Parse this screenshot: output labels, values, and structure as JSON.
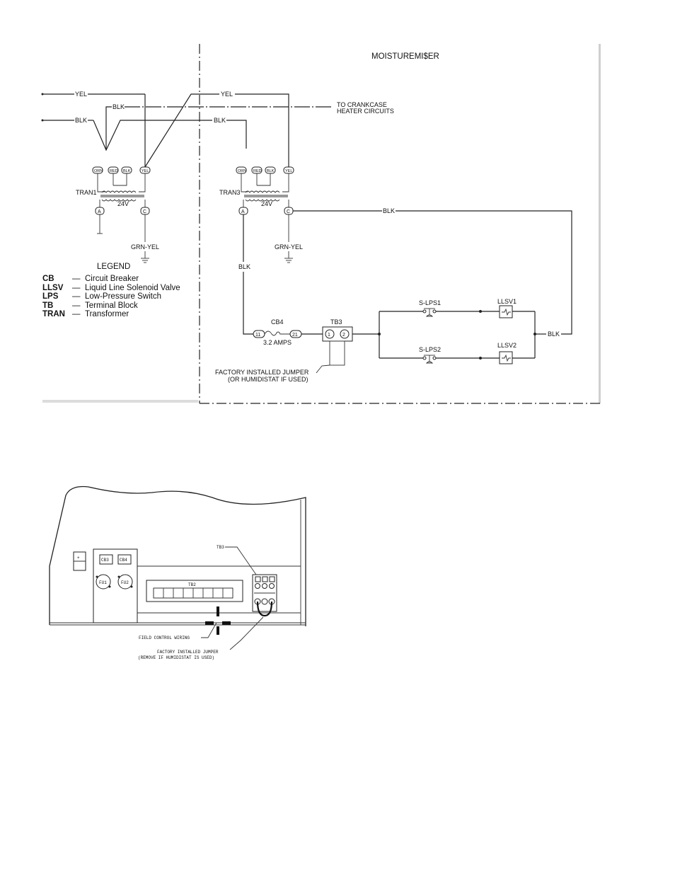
{
  "diagram": {
    "title": "MOISTUREMI$ER",
    "wires": {
      "yel": "YEL",
      "blk": "BLK",
      "grn_yel": "GRN-YEL"
    },
    "crankcase_note": [
      "TO CRANKCASE",
      "HEATER CIRCUITS"
    ],
    "transformers": [
      {
        "name": "TRAN1",
        "voltage": "24V",
        "terminals": [
          "ORN",
          "RED",
          "BLK",
          "YEL"
        ],
        "secondary": [
          "A",
          "C"
        ]
      },
      {
        "name": "TRAN3",
        "voltage": "24V",
        "terminals": [
          "ORN",
          "RED",
          "BLK",
          "YEL"
        ],
        "secondary": [
          "A",
          "C"
        ]
      }
    ],
    "breaker": {
      "name": "CB4",
      "rating": "3.2 AMPS",
      "terminals": [
        "11",
        "21"
      ]
    },
    "terminal_block": {
      "name": "TB3",
      "terminals": [
        "1",
        "2"
      ]
    },
    "switches": [
      "S-LPS1",
      "S-LPS2"
    ],
    "valves": [
      "LLSV1",
      "LLSV2"
    ],
    "jumper_note": [
      "FACTORY INSTALLED JUMPER",
      "(OR HUMIDISTAT IF USED)"
    ]
  },
  "legend": {
    "heading": "LEGEND",
    "entries": [
      {
        "abbr": "CB",
        "dash": "—",
        "desc": "Circuit Breaker"
      },
      {
        "abbr": "LLSV",
        "dash": "—",
        "desc": "Liquid Line Solenoid Valve"
      },
      {
        "abbr": "LPS",
        "dash": "—",
        "desc": "Low-Pressure Switch"
      },
      {
        "abbr": "TB",
        "dash": "—",
        "desc": "Terminal Block"
      },
      {
        "abbr": "TRAN",
        "dash": "—",
        "desc": "Transformer"
      }
    ]
  },
  "panel": {
    "breakers": [
      "CB3",
      "CB4"
    ],
    "fuses": [
      "FU1",
      "FU2"
    ],
    "tb2": "TB2",
    "tb3": "TB3",
    "plus_sign": "+",
    "field_wiring": "FIELD CONTROL WIRING",
    "jumper_note": [
      "FACTORY INSTALLED JUMPER",
      "(REMOVE IF HUMIDISTAT IS USED)"
    ]
  }
}
